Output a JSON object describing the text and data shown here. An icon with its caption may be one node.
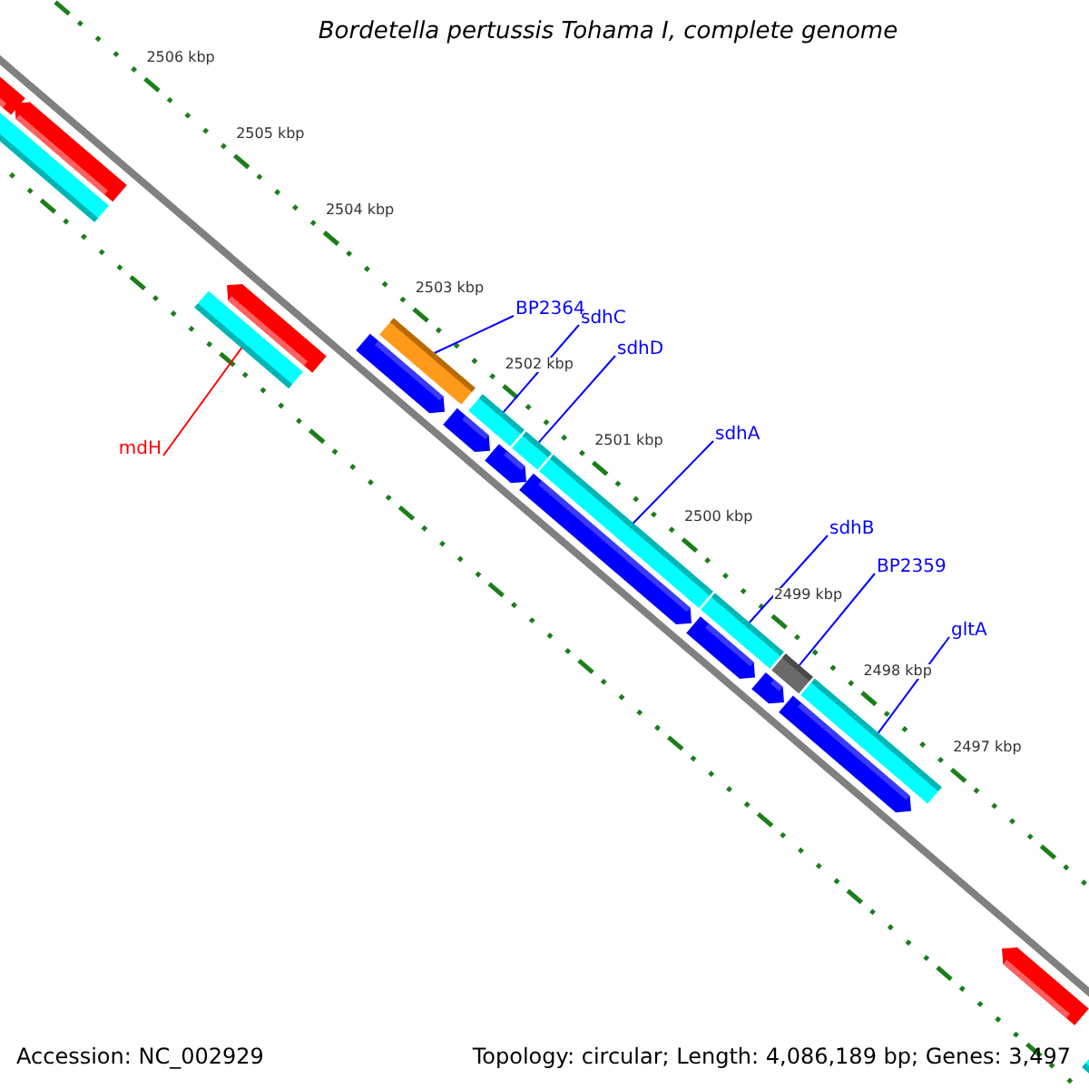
{
  "diagram": {
    "title": "Bordetella pertussis Tohama I, complete genome",
    "nodes": [
      {
        "text": [
          "BP2364"
        ]
      },
      {
        "text": [
          "sdhC"
        ]
      },
      {
        "text": [
          "sdhD"
        ]
      },
      {
        "text": [
          "sdhA"
        ]
      },
      {
        "text": [
          "sdhB"
        ]
      },
      {
        "text": [
          "BP2359"
        ]
      },
      {
        "text": [
          "gltA"
        ]
      },
      {
        "text": [
          "mdH"
        ]
      },
      {
        "text": [],
        "shape": "bar"
      },
      {
        "text": [],
        "shape": "bar"
      },
      {
        "text": [],
        "shape": "bar"
      },
      {
        "text": [],
        "shape": "bar"
      },
      {
        "text": [],
        "shape": "bar"
      },
      {
        "text": [],
        "shape": "bar"
      },
      {
        "text": [],
        "shape": "bar"
      },
      {
        "text": [],
        "shape": "bar"
      },
      {
        "text": [],
        "shape": "bar"
      },
      {
        "text": [],
        "shape": "bar"
      },
      {
        "text": [],
        "shape": "bar"
      },
      {
        "text": [],
        "shape": "bar"
      },
      {
        "text": [],
        "shape": "bar"
      },
      {
        "text": [],
        "shape": "bar"
      },
      {
        "text": [],
        "shape": "bar"
      },
      {
        "text": [],
        "shape": "bar"
      },
      {
        "text": [],
        "shape": "bar"
      },
      {
        "text": [],
        "shape": "bar"
      },
      {
        "text": [],
        "shape": "bar"
      },
      {
        "text": [],
        "shape": "bar"
      },
      {
        "text": [],
        "shape": "bar"
      }
    ],
    "edges": [
      {
        "from": 0,
        "to": 8,
        "arrow": "none"
      },
      {
        "from": 1,
        "to": 9,
        "arrow": "none"
      },
      {
        "from": 2,
        "to": 10,
        "arrow": "none"
      },
      {
        "from": 3,
        "to": 11,
        "arrow": "none"
      },
      {
        "from": 4,
        "to": 12,
        "arrow": "none"
      },
      {
        "from": 5,
        "to": 13,
        "arrow": "none"
      },
      {
        "from": 6,
        "to": 14,
        "arrow": "none"
      },
      {
        "from": 7,
        "to": 15,
        "arrow": "none",
        "color": "#ff0000"
      }
    ],
    "labels": [
      "2506 kbp",
      "2505 kbp",
      "2504 kbp",
      "2503 kbp",
      "2502 kbp",
      "2501 kbp",
      "2500 kbp",
      "2499 kbp",
      "2498 kbp",
      "2497 kbp",
      "Accession: NC_002929",
      "Topology: circular; Length: 4,086,189 bp; Genes: 3,497"
    ]
  }
}
